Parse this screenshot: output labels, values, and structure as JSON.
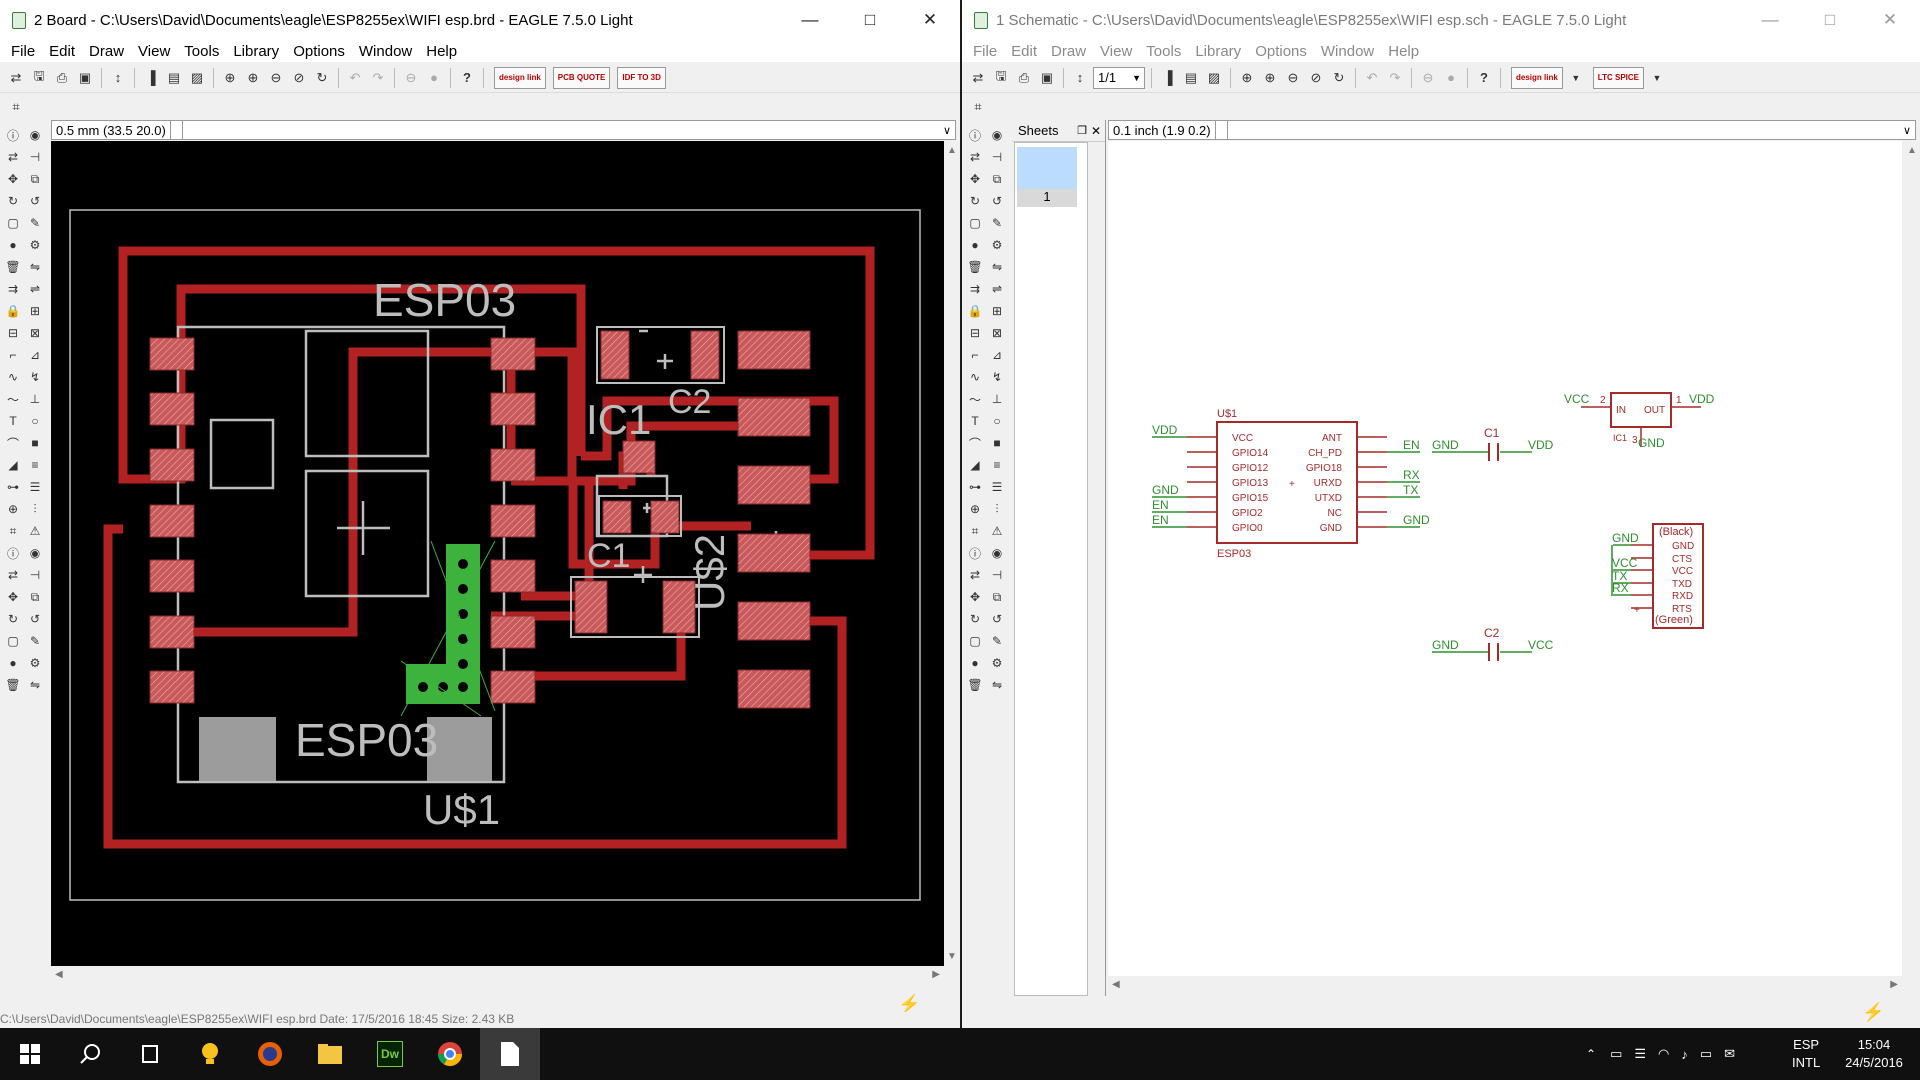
{
  "board_window": {
    "title": "2 Board - C:\\Users\\David\\Documents\\eagle\\ESP8255ex\\WIFI esp.brd - EAGLE 7.5.0 Light",
    "menu": [
      "File",
      "Edit",
      "Draw",
      "View",
      "Tools",
      "Library",
      "Options",
      "Window",
      "Help"
    ],
    "grid_coord": "0.5 mm (33.5 20.0)",
    "brand_buttons": [
      "design link",
      "PCB QUOTE",
      "IDF TO 3D"
    ],
    "labels": {
      "esp03_top": "ESP03",
      "esp03_bottom": "ESP03",
      "u1": "U$1",
      "u2": "U$2",
      "ic1": "IC1",
      "c1": "C1",
      "c2": "C2"
    },
    "status": "C:\\Users\\David\\Documents\\eagle\\ESP8255ex\\WIFI esp.brd    Date: 17/5/2016 18:45    Size: 2.43 KB"
  },
  "schematic_window": {
    "title": "1 Schematic - C:\\Users\\David\\Documents\\eagle\\ESP8255ex\\WIFI esp.sch - EAGLE 7.5.0 Light",
    "menu": [
      "File",
      "Edit",
      "Draw",
      "View",
      "Tools",
      "Library",
      "Options",
      "Window",
      "Help"
    ],
    "sheet_select": "1/1",
    "grid_coord": "0.1 inch (1.9 0.2)",
    "brand_buttons": [
      "design link",
      "LTC SPICE"
    ],
    "sheets_panel": {
      "title": "Sheets",
      "sheet_number": "1"
    },
    "esp03": {
      "ref": "U$1",
      "name": "ESP03",
      "left_pins": [
        "VCC",
        "GPIO14",
        "GPIO12",
        "GPIO13",
        "GPIO15",
        "GPIO2",
        "GPIO0"
      ],
      "right_pins": [
        "ANT",
        "CH_PD",
        "GPIO18",
        "URXD",
        "UTXD",
        "NC",
        "GND"
      ],
      "left_nets": [
        "VDD",
        "GND",
        "EN",
        "EN"
      ],
      "right_nets": [
        "EN",
        "RX",
        "TX",
        "GND"
      ]
    },
    "c1": {
      "name": "C1",
      "left": "GND",
      "right": "VDD"
    },
    "c2": {
      "name": "C2",
      "left": "GND",
      "right": "VCC"
    },
    "ic1": {
      "name": "IC1",
      "in": "IN",
      "out": "OUT",
      "in_net": "VCC",
      "out_net": "VDD",
      "gnd_net": "GND",
      "pin_in": "2",
      "pin_out": "1",
      "pin_gnd": "3"
    },
    "ftdi": {
      "top": "(Black)",
      "bottom": "(Green)",
      "pins": [
        "GND",
        "CTS",
        "VCC",
        "TXD",
        "RXD",
        "RTS"
      ],
      "nets": [
        "GND",
        "VCC",
        "TX",
        "RX"
      ]
    }
  },
  "taskbar": {
    "lang": "ESP",
    "lang2": "INTL",
    "time": "15:04",
    "date": "24/5/2016"
  },
  "colors": {
    "trace": "#b22222",
    "pad": "#c9595a",
    "silk": "#bdbdbd",
    "via": "#3db33d",
    "sch_wire": "#2f8f2f",
    "sch_part": "#a52a2a"
  }
}
